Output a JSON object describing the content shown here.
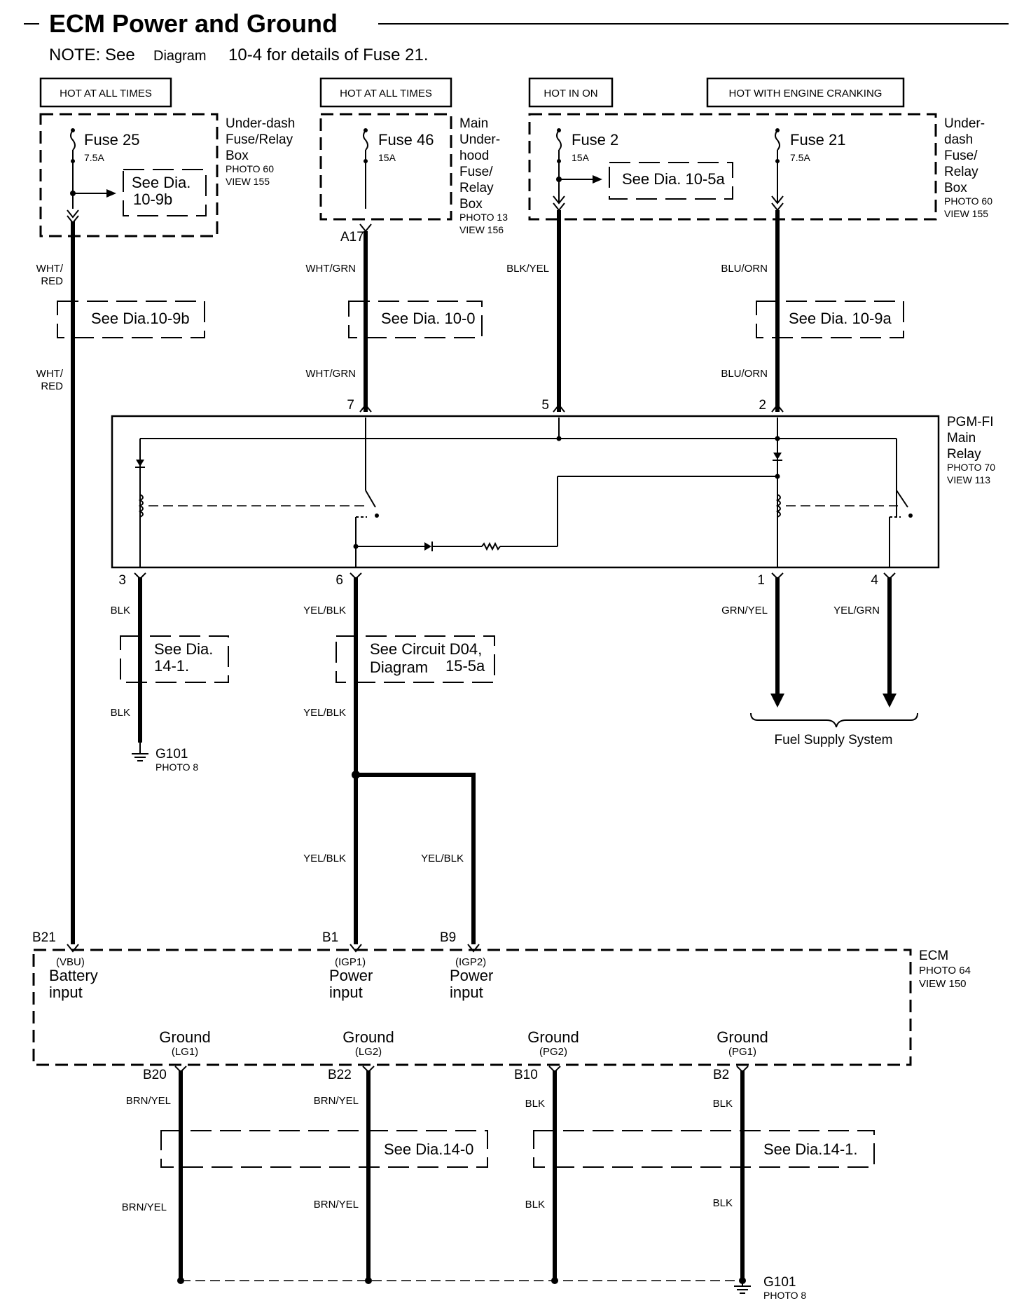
{
  "title": "ECM Power and Ground",
  "note": {
    "prefix": "NOTE: See",
    "diagram": "Diagram",
    "suffix": "10-4 for details of Fuse 21."
  },
  "hot_labels": {
    "fuse25": "HOT AT ALL TIMES",
    "fuse46": "HOT AT ALL TIMES",
    "fuse2": "HOT IN ON",
    "fuse21": "HOT WITH ENGINE CRANKING"
  },
  "fuses": {
    "fuse25": {
      "name": "Fuse 25",
      "rating": "7.5A"
    },
    "fuse46": {
      "name": "Fuse 46",
      "rating": "15A"
    },
    "fuse2": {
      "name": "Fuse 2",
      "rating": "15A"
    },
    "fuse21": {
      "name": "Fuse 21",
      "rating": "7.5A"
    }
  },
  "boxes": {
    "underdash_left": {
      "line1": "Under-dash",
      "line2": "Fuse/Relay",
      "line3": "Box",
      "photo": "PHOTO 60",
      "view": "VIEW 155"
    },
    "main_underhood": {
      "line1": "Main",
      "line2": "Under-",
      "line3": "hood",
      "line4": "Fuse/",
      "line5": "Relay",
      "line6": "Box",
      "photo": "PHOTO 13",
      "view": "VIEW 156"
    },
    "underdash_right": {
      "line1": "Under-",
      "line2": "dash",
      "line3": "Fuse/",
      "line4": "Relay",
      "line5": "Box",
      "photo": "PHOTO 60",
      "view": "VIEW 155"
    },
    "relay": {
      "line1": "PGM-FI",
      "line2": "Main",
      "line3": "Relay",
      "photo": "PHOTO 70",
      "view": "VIEW 113"
    },
    "ecm": {
      "name": "ECM",
      "photo": "PHOTO 64",
      "view": "VIEW 150"
    }
  },
  "see_refs": {
    "fuse25_arrow": {
      "line1": "See Dia.",
      "line2": "10-9b"
    },
    "fuse2_arrow": "See  Dia. 10-5a",
    "wht_red": "See Dia.10-9b",
    "wht_grn": "See Dia.  10-0",
    "blu_orn": "See  Dia.  10-9a",
    "blk_top": {
      "line1": "See Dia.",
      "line2": "14-1."
    },
    "yel_blk": {
      "line1": "See Circuit D04,",
      "line2": "Diagram",
      "line2b": "15-5a"
    },
    "ground_left": "See Dia.14-0",
    "ground_right": "See  Dia.14-1."
  },
  "wires": {
    "wht_red": {
      "line1": "WHT/",
      "line2": "RED"
    },
    "wht_grn": "WHT/GRN",
    "blk_yel": "BLK/YEL",
    "blu_orn": "BLU/ORN",
    "blk": "BLK",
    "yel_blk": "YEL/BLK",
    "grn_yel": "GRN/YEL",
    "yel_grn": "YEL/GRN",
    "brn_yel": "BRN/YEL"
  },
  "connector_terminals": {
    "a17": "A17",
    "relay_top": [
      "7",
      "5",
      "2"
    ],
    "relay_bottom": [
      "3",
      "6",
      "1",
      "4"
    ],
    "ecm_top": [
      "B21",
      "B1",
      "B9"
    ],
    "ecm_bottom": [
      "B20",
      "B22",
      "B10",
      "B2"
    ]
  },
  "ecm_inputs": [
    {
      "code": "(VBU)",
      "line1": "Battery",
      "line2": "input"
    },
    {
      "code": "(IGP1)",
      "line1": "Power",
      "line2": "input"
    },
    {
      "code": "(IGP2)",
      "line1": "Power",
      "line2": "input"
    }
  ],
  "ecm_grounds": [
    {
      "label": "Ground",
      "code": "(LG1)"
    },
    {
      "label": "Ground",
      "code": "(LG2)"
    },
    {
      "label": "Ground",
      "code": "(PG2)"
    },
    {
      "label": "Ground",
      "code": "(PG1)"
    }
  ],
  "grounds": {
    "g101_top": {
      "name": "G101",
      "photo": "PHOTO 8"
    },
    "g101_bottom": {
      "name": "G101",
      "photo": "PHOTO 8"
    }
  },
  "fuel_supply": "Fuel Supply System"
}
